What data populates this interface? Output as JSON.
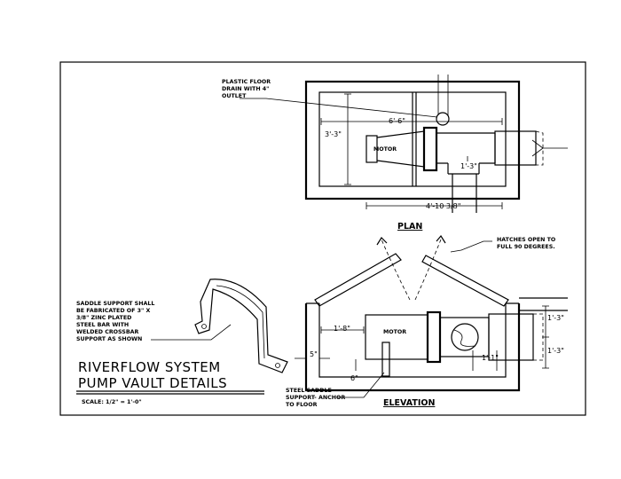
{
  "title": {
    "line1": "RIVERFLOW SYSTEM",
    "line2": "PUMP VAULT DETAILS",
    "scale": "SCALE: 1/2\" = 1'-0\""
  },
  "views": {
    "plan": "PLAN",
    "elevation": "ELEVATION"
  },
  "notes": {
    "drain": [
      "PLASTIC FLOOR",
      "DRAIN WITH 4\"",
      "OUTLET"
    ],
    "hatches": [
      "HATCHES OPEN TO",
      "FULL 90 DEGREES."
    ],
    "saddle_support": [
      "SADDLE SUPPORT SHALL",
      "BE FABRICATED OF 3\" X",
      "3/8\" ZINC PLATED",
      "STEEL BAR WITH",
      "WELDED CROSSBAR",
      "SUPPORT AS SHOWN"
    ],
    "steel_saddle": [
      "STEEL SADDLE",
      "SUPPORT- ANCHOR",
      "TO FLOOR"
    ]
  },
  "labels": {
    "motor_plan": "MOTOR",
    "motor_elev": "MOTOR"
  },
  "dimensions": {
    "plan_width": "6'-6\"",
    "plan_depth": "3'-3\"",
    "plan_pipe": "1'-3\"",
    "plan_offset": "4'-10 3/8\"",
    "elev_motor_len": "1'-8\"",
    "elev_base": "5\"",
    "elev_floor": "6\"",
    "elev_pipe": "1'-1\"",
    "elev_right_upper": "1'-3\"",
    "elev_right_lower": "1'-3\""
  }
}
